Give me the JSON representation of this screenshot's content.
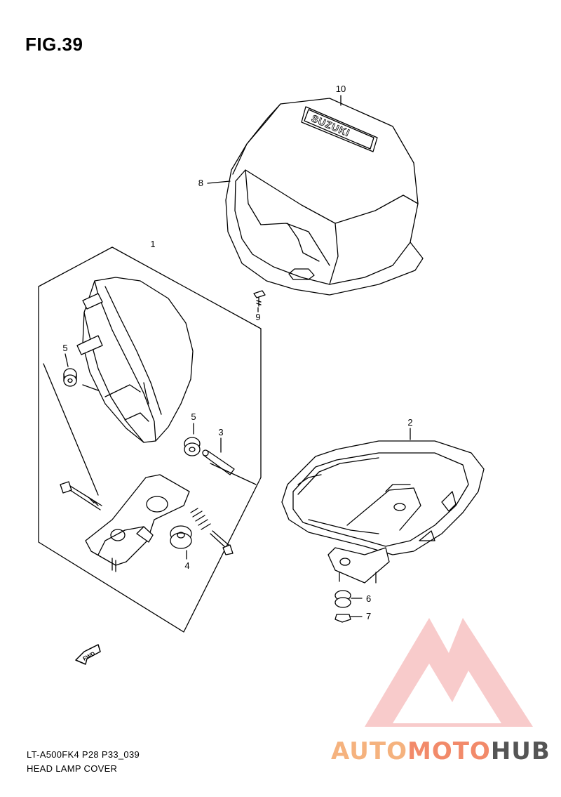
{
  "figure": {
    "title": "FIG.39",
    "code": "LT-A500FK4 P28 P33_039",
    "name": "HEAD LAMP COVER"
  },
  "callouts": {
    "c1": "1",
    "c2": "2",
    "c3": "3",
    "c4": "4",
    "c5a": "5",
    "c5b": "5",
    "c6": "6",
    "c7": "7",
    "c8": "8",
    "c9": "9",
    "c10": "10"
  },
  "labels": {
    "emblem": "SUZUKI",
    "fwd": "FWD"
  },
  "watermark": {
    "part1": "AUTO",
    "part2": "MOTO",
    "part3": "HUB"
  },
  "colors": {
    "line": "#000000",
    "watermark_red": "#f26b6b",
    "watermark_orange": "#f5b27e",
    "watermark_gray": "#555555"
  }
}
